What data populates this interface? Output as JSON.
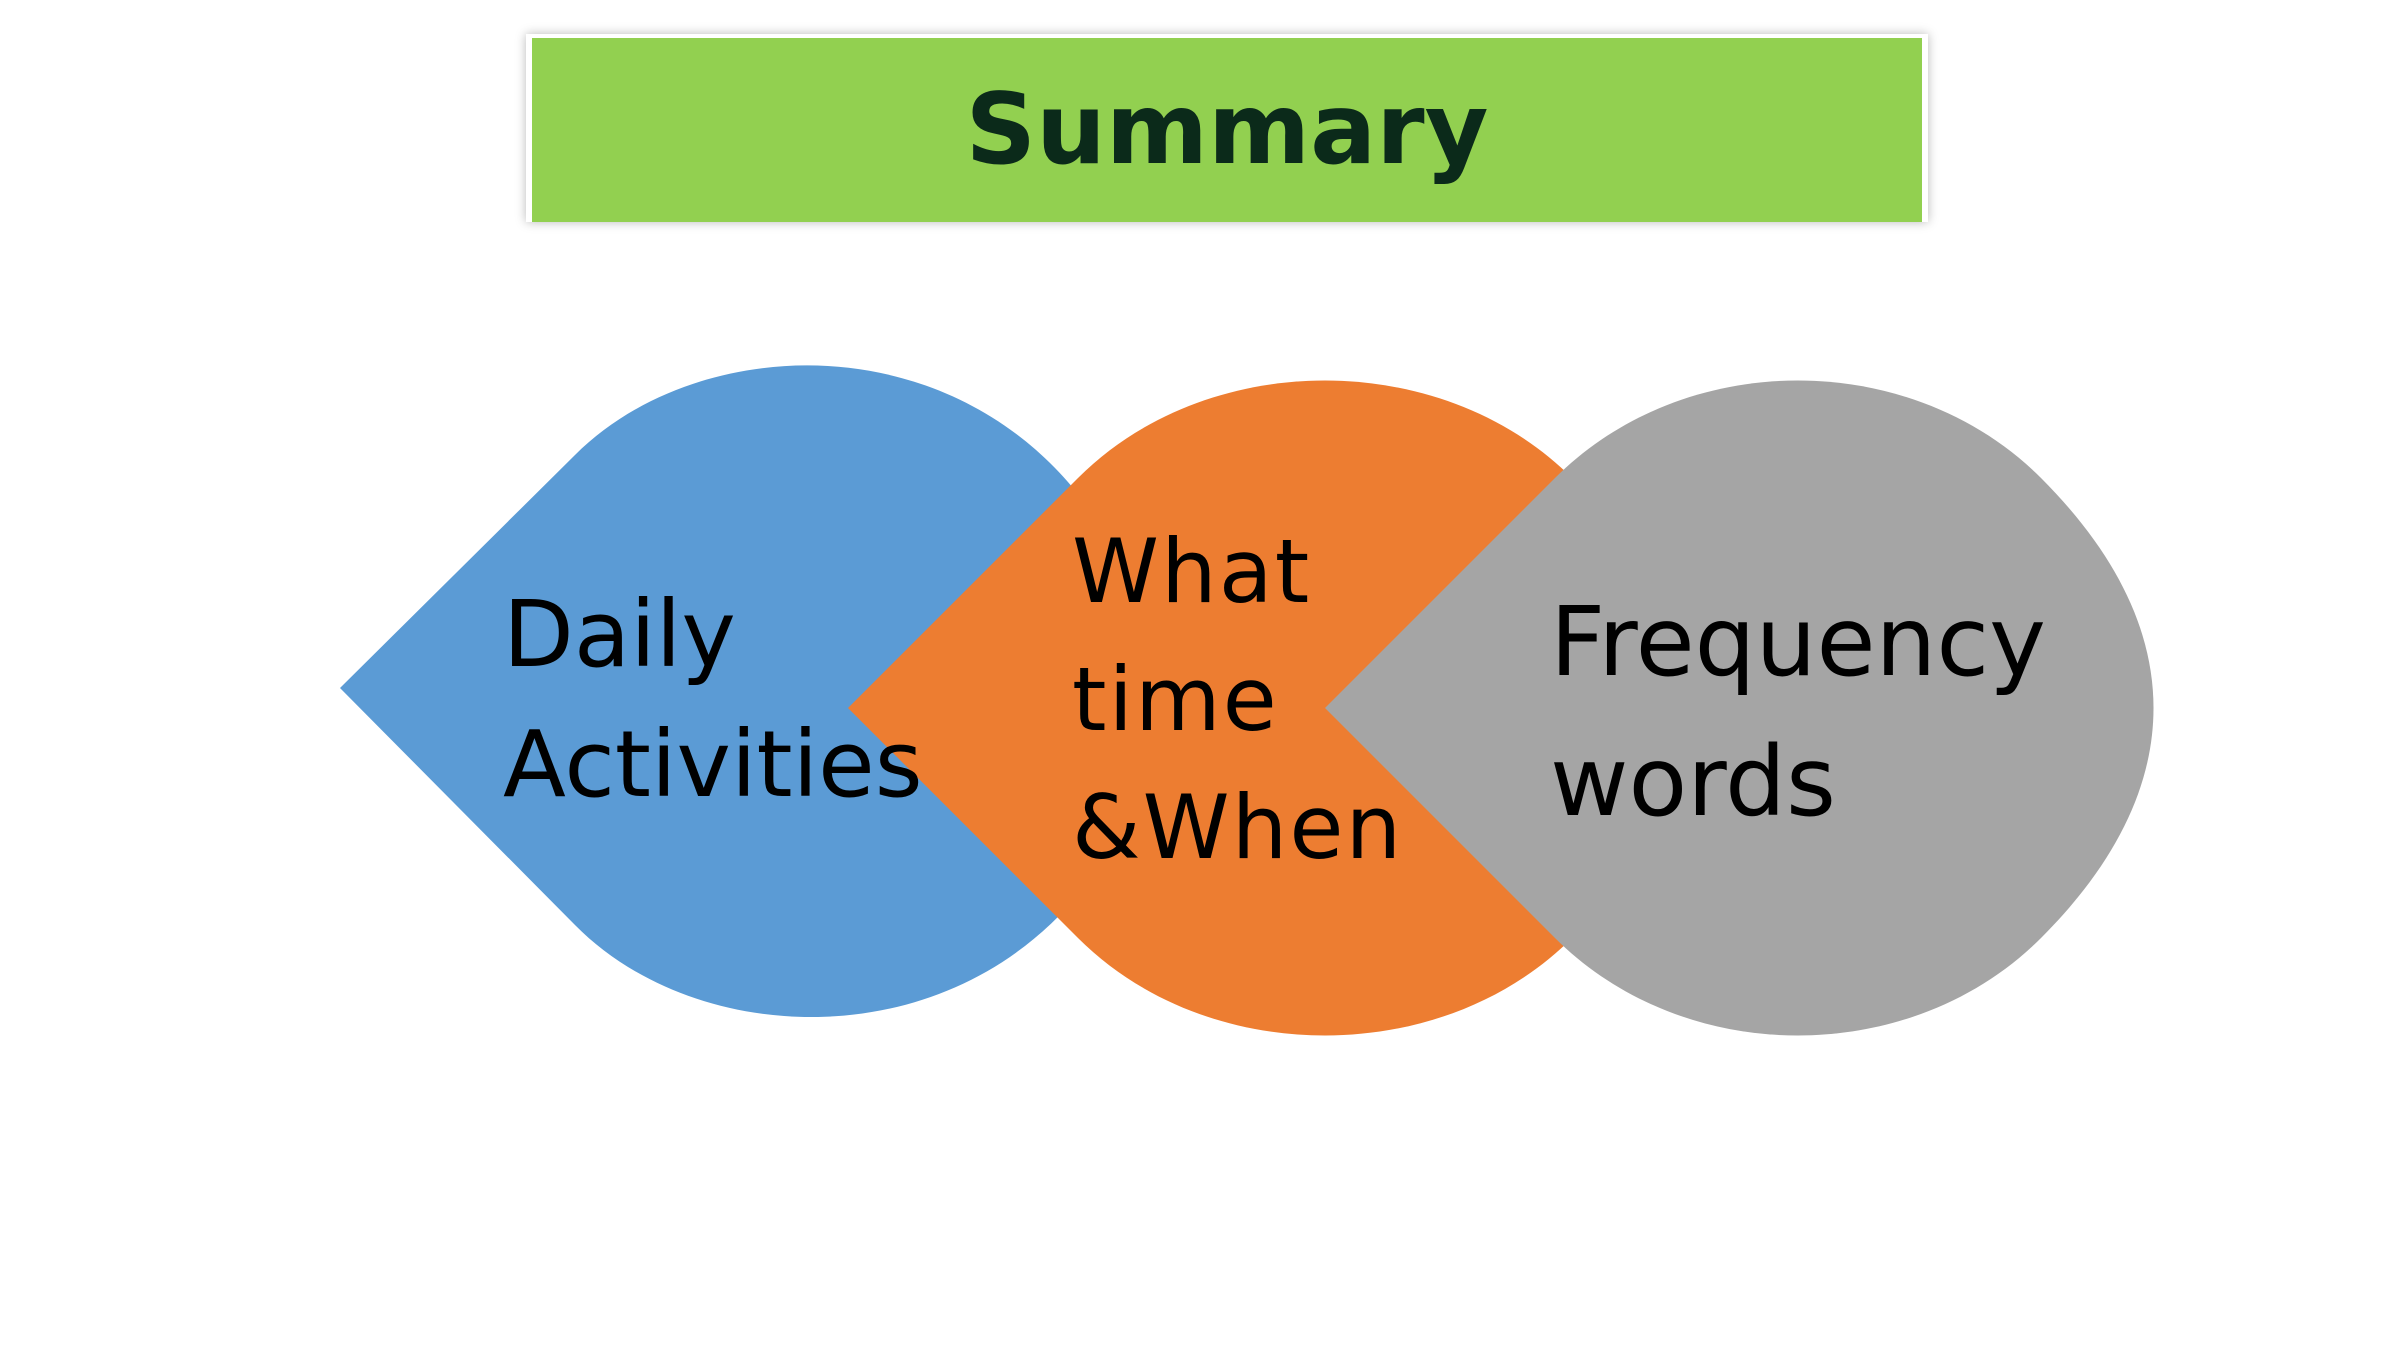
{
  "title": {
    "text": "Summary",
    "fill_color": "#92d050",
    "text_color": "#0b2a1a"
  },
  "shapes": [
    {
      "label": "Daily\nActivities",
      "color": "#5b9bd5"
    },
    {
      "label": "What\ntime\n&When",
      "color": "#ed7d31"
    },
    {
      "label": "Frequency\nwords",
      "color": "#a5a5a5"
    }
  ]
}
